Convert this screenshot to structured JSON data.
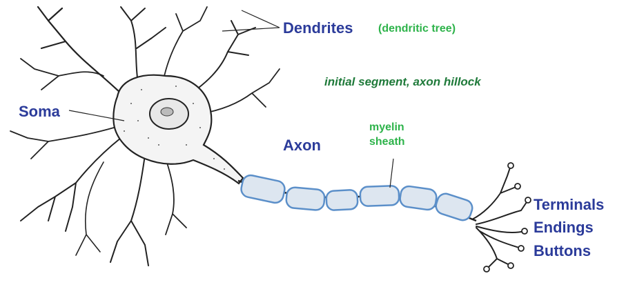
{
  "labels": {
    "dendrites": "Dendrites",
    "dendritic_tree": "(dendritic tree)",
    "initial_segment": "initial segment, axon hillock",
    "soma": "Soma",
    "axon": "Axon",
    "myelin_line1": "myelin",
    "myelin_line2": "sheath",
    "terminals": "Terminals",
    "endings": "Endings",
    "buttons": "Buttons"
  },
  "colors": {
    "primary_label": "#2b3b9a",
    "secondary_label": "#2db34a",
    "annotation": "#1f7a3a",
    "myelin": "#6fa8dc",
    "ink": "#222222"
  }
}
